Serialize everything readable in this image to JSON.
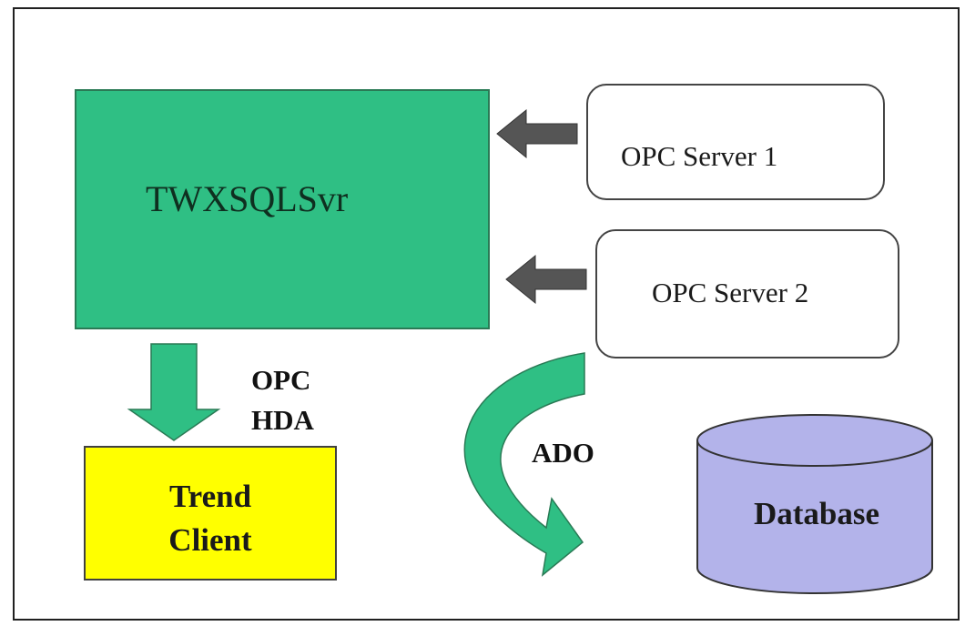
{
  "nodes": {
    "server": "TWXSQLSvr",
    "opc_server_1": "OPC Server 1",
    "opc_server_2": "OPC Server 2",
    "client_line1": "Trend",
    "client_line2": "Client",
    "database": "Database"
  },
  "edges": {
    "hda_line1": "OPC",
    "hda_line2": "HDA",
    "ado": "ADO"
  },
  "colors": {
    "server_fill": "#2fbf84",
    "client_fill": "#ffff00",
    "database_fill": "#b3b3ea",
    "arrow_gray": "#555555",
    "arrow_green": "#2fbf84"
  }
}
